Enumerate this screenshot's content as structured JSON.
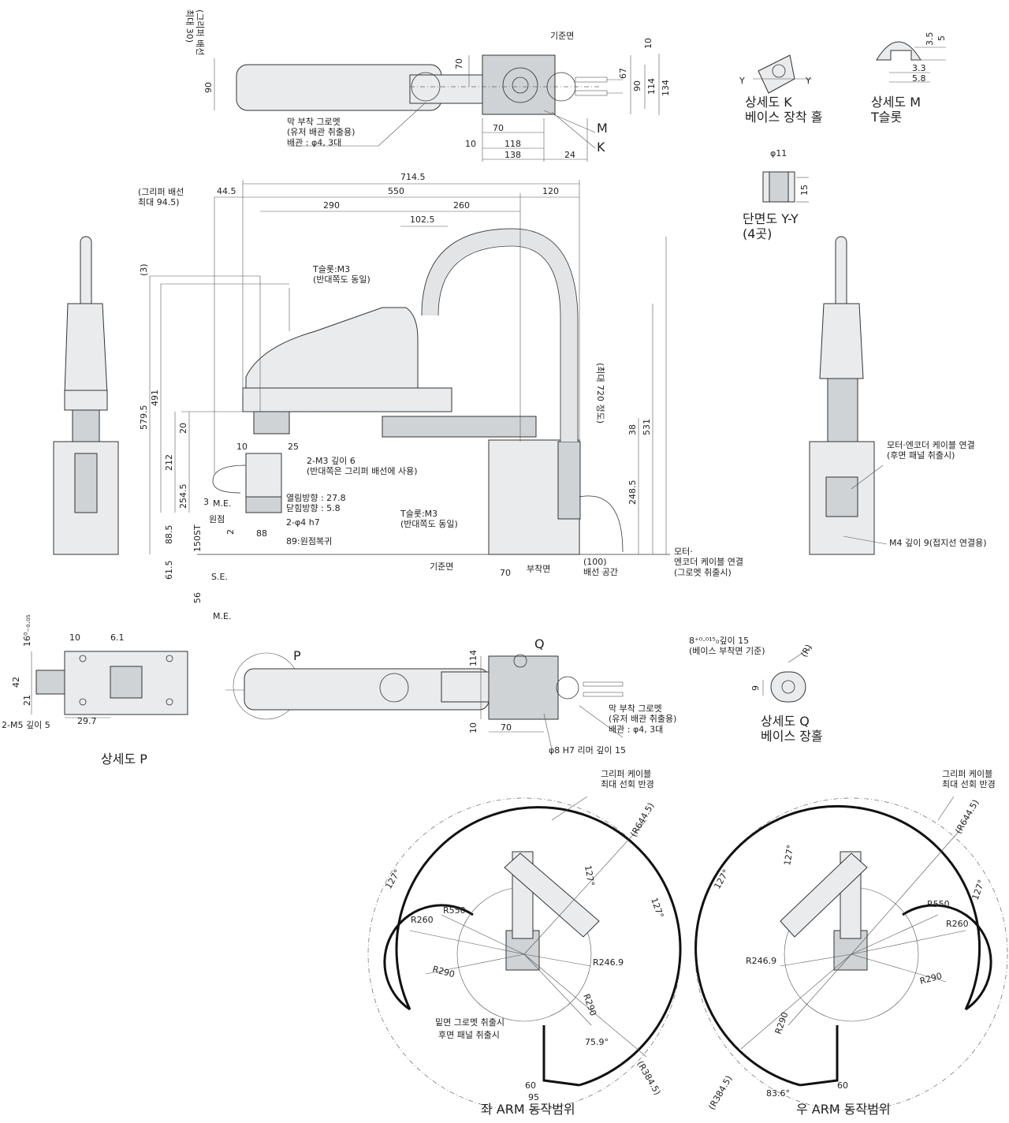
{
  "top_view": {
    "gripper_wiring": "(그리퍼 배선\n최대 30)",
    "reference_face": "기준면",
    "dims": [
      "10",
      "70",
      "67",
      "90",
      "114",
      "134",
      "90",
      "70",
      "118",
      "138",
      "10",
      "24"
    ],
    "grommet_note": "막 부착 그로멧\n(유저 배관 취출용)\n배관 : φ4, 3대",
    "mark_m": "M",
    "mark_k": "K"
  },
  "detail_k": {
    "caption": "상세도 K\n베이스 장착 홀",
    "y_left": "Y",
    "y_right": "Y"
  },
  "detail_m": {
    "caption": "상세도 M\nT슬롯",
    "dims": [
      "3.5",
      "5",
      "3.3",
      "5.8"
    ]
  },
  "section_yy": {
    "caption": "단면도 Y-Y\n(4곳)",
    "dims": [
      "φ11",
      "15"
    ]
  },
  "side_view": {
    "gripper_wiring": "(그리퍼 배선\n최대 94.5)",
    "dims_top": [
      "714.5",
      "44.5",
      "550",
      "120",
      "290",
      "260",
      "102.5"
    ],
    "dims_left": [
      "(3)",
      "579.5",
      "491",
      "212",
      "20",
      "254.5",
      "88.5",
      "150ST",
      "61.5",
      "56"
    ],
    "dims_right": [
      "(최대 720 정도)",
      "531",
      "38",
      "248.5"
    ],
    "tslot_top": "T슬롯:M3\n(반대쪽도 동일)",
    "m3_note": "2-M3 깊이 6\n(반대쪽은 그리퍼 배선에 사용)",
    "dims_misc": [
      "10",
      "25",
      "3",
      "2",
      "88"
    ],
    "me": "M.E.",
    "origin": "원점",
    "open_close": "열림방향 : 27.8\n닫힘방향 :  5.8",
    "phi4": "2-φ4 h7",
    "return_note": "89:원점복귀",
    "tslot_bottom": "T슬롯:M3\n(반대쪽도 동일)",
    "reference_face": "기준면",
    "dim_70": "70",
    "mount_face": "부착면",
    "cable_space": "(100)\n배선 공간",
    "motor_note": "모터·\n엔코더 케이블 연결\n(그로멧 취출시)",
    "se": "S.E.",
    "me2": "M.E."
  },
  "right_view": {
    "cable_note": "모터·엔코더 케이블 연결\n(후면 패널 취출시)",
    "m4_note": "M4 깊이 9(접지선 연결용)"
  },
  "detail_p": {
    "caption": "상세도 P",
    "dims": [
      "16⁰₋₀.₀₅",
      "10",
      "6.1",
      "42",
      "21",
      "29.7"
    ],
    "m5": "2-M5 깊이 5"
  },
  "plan_view": {
    "mark_p": "P",
    "mark_q": "Q",
    "dims": [
      "114",
      "10",
      "70"
    ],
    "grommet_note": "막 부착 그로멧\n(유저 배관 취출용)\n배관 : φ4, 3대",
    "reamer": "φ8 H7 리머  깊이 15"
  },
  "detail_q": {
    "top_note": "8⁺⁰·⁰¹⁵₀깊이 15\n(베이스 부착면 기준)",
    "r": "(R)",
    "dim_9": "9",
    "caption": "상세도 Q\n베이스 장홀"
  },
  "left_arm": {
    "cable_note": "그리퍼 케이블\n최대 선회 반경",
    "dims": [
      "(R644.5)",
      "127°",
      "127°",
      "127°",
      "R550",
      "R260",
      "R290",
      "R246.9",
      "R290",
      "75.9°",
      "(R384.5)",
      "60",
      "95"
    ],
    "grommet_bottom": "밑면 그로멧 취출시",
    "rear_panel": "후면 패널 취출시",
    "caption": "좌 ARM 동작범위"
  },
  "right_arm": {
    "cable_note": "그리퍼 케이블\n최대 선회 반경",
    "dims": [
      "(R644.5)",
      "127°",
      "127°",
      "127°",
      "R550",
      "R260",
      "R290",
      "R246.9",
      "R290",
      "83.6°",
      "(R384.5)",
      "60"
    ],
    "caption": "우 ARM 동작범위"
  }
}
